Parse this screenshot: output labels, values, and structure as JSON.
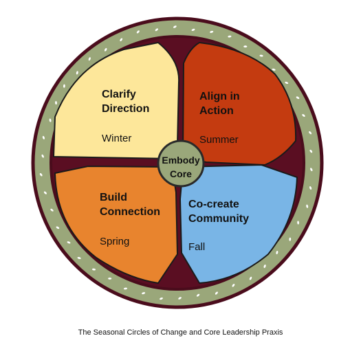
{
  "diagram": {
    "colors": {
      "outer_ring": "#9aa77a",
      "ring_border": "#4a0c1c",
      "dark_gaps": "#5a0e22",
      "core": "#9aa77a",
      "dots": "#ffffff"
    },
    "quadrants": [
      {
        "id": "winter",
        "title_lines": [
          "Clarify",
          "Direction"
        ],
        "season": "Winter",
        "color": "#fde79a"
      },
      {
        "id": "summer",
        "title_lines": [
          "Align in",
          "Action"
        ],
        "season": "Summer",
        "color": "#c43b10"
      },
      {
        "id": "spring",
        "title_lines": [
          "Build",
          "Connection"
        ],
        "season": "Spring",
        "color": "#e8842e"
      },
      {
        "id": "fall",
        "title_lines": [
          "Co-create",
          "Community"
        ],
        "season": "Fall",
        "color": "#79b5e6"
      }
    ],
    "core": {
      "lines": [
        "Embody",
        "Core"
      ]
    },
    "caption": "The Seasonal Circles of Change and Core Leadership Praxis"
  }
}
